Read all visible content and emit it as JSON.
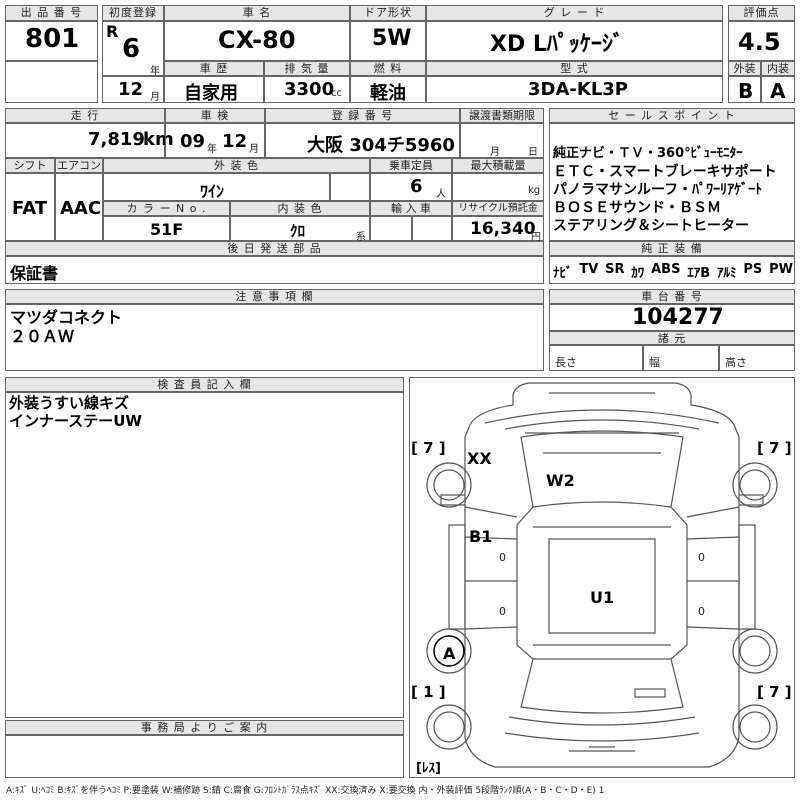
{
  "headers": {
    "lot_no": "出 品 番 号",
    "first_reg": "初度登録",
    "car_name": "車 名",
    "door": "ドア形状",
    "grade": "グ レ ー ド",
    "score": "評価点",
    "history": "車 歴",
    "displacement": "排 気 量",
    "fuel": "燃 料",
    "model_code": "型 式",
    "exterior": "外装",
    "interior": "内装",
    "mileage": "走 行",
    "inspection": "車 検",
    "reg_no": "登 録 番 号",
    "transfer_deadline": "譲渡書類期限",
    "sales_point": "セ ー ル ス ポ イ ン ト",
    "shift": "シフト",
    "ac": "エアコン",
    "ext_color": "外 装 色",
    "capacity": "乗車定員",
    "max_load": "最大積載量",
    "color_no": "カ ラ ー N o .",
    "int_color": "内 装 色",
    "import": "輸 入 車",
    "recycle": "リサイクル預託金",
    "later_parts": "後 日 発 送 部 品",
    "genuine_equip": "純 正 装 備",
    "notes": "注 意 事 項 欄",
    "chassis_no": "車 台 番 号",
    "specs": "諸 元",
    "inspector": "検 査 員 記 入 欄",
    "office": "事 務 局 よ り ご 案 内"
  },
  "values": {
    "lot_no": "801",
    "era": "R",
    "year": "6",
    "year_unit": "年",
    "month": "12",
    "month_unit": "月",
    "car_name": "CX-80",
    "door": "5W",
    "grade": "XD Lﾊﾟｯｹｰｼﾞ",
    "score": "4.5",
    "history": "自家用",
    "displacement": "3300",
    "displacement_unit": "cc",
    "fuel": "軽油",
    "model_code": "3DA-KL3P",
    "exterior_grade": "B",
    "interior_grade": "A",
    "mileage": "7,819",
    "mileage_unit": "km",
    "inspection_year": "09",
    "inspection_year_unit": "年",
    "inspection_month": "12",
    "inspection_month_unit": "月",
    "reg_no": "大阪 304チ5960",
    "transfer_month_unit": "月",
    "transfer_day_unit": "日",
    "shift": "FAT",
    "ac": "AAC",
    "ext_color": "ﾜｲﾝ",
    "capacity": "6",
    "capacity_unit": "人",
    "load_unit": "kg",
    "color_no": "51F",
    "int_color": "ｸﾛ",
    "int_color_unit": "系",
    "recycle": "16,340",
    "recycle_unit": "円",
    "later_parts": "保証書",
    "chassis_no": "104277",
    "spec_length": "長さ",
    "spec_width": "幅",
    "spec_height": "高さ"
  },
  "sales_points": [
    "純正ナビ・ＴＶ・360°ﾋﾞｭｰﾓﾆﾀｰ",
    "ＥＴＣ・スマートブレーキサポート",
    "パノラマサンルーフ・ﾊﾟﾜｰﾘｱｹﾞｰﾄ",
    "ＢＯＳＥサウンド・ＢＳＭ",
    "ステアリング＆シートヒーター"
  ],
  "equipment": [
    "ﾅﾋﾞ",
    "TV",
    "SR",
    "ｶﾜ",
    "ABS",
    "ｴｱB",
    "ｱﾙﾐ",
    "PS",
    "PW"
  ],
  "notes": [
    "マツダコネクト",
    "２０ＡＷ"
  ],
  "inspector_notes": [
    "外装うすい線キズ",
    "インナーステーUW"
  ],
  "diagram": {
    "marks": [
      "XX",
      "W2",
      "B1",
      "U1",
      "A"
    ],
    "tires": [
      "[ 7 ]",
      "[ 7 ]",
      "[ 1 ]",
      "[ 7 ]",
      "[ﾚｽ]"
    ],
    "zeros": [
      "0",
      "0",
      "0",
      "0"
    ]
  },
  "legend": "A:ｷｽﾞ U:ﾍｺﾐ B:ｷｽﾞを伴うﾍｺﾐ P:要塗装 W:補修跡 S:錆 C:腐食 G:ﾌﾛﾝﾄｶﾞﾗｽ点ｷｽﾞ XX:交換済み X:要交換  内・外装評価 5段階ﾗﾝｸ順(A・B・C・D・E) 1"
}
